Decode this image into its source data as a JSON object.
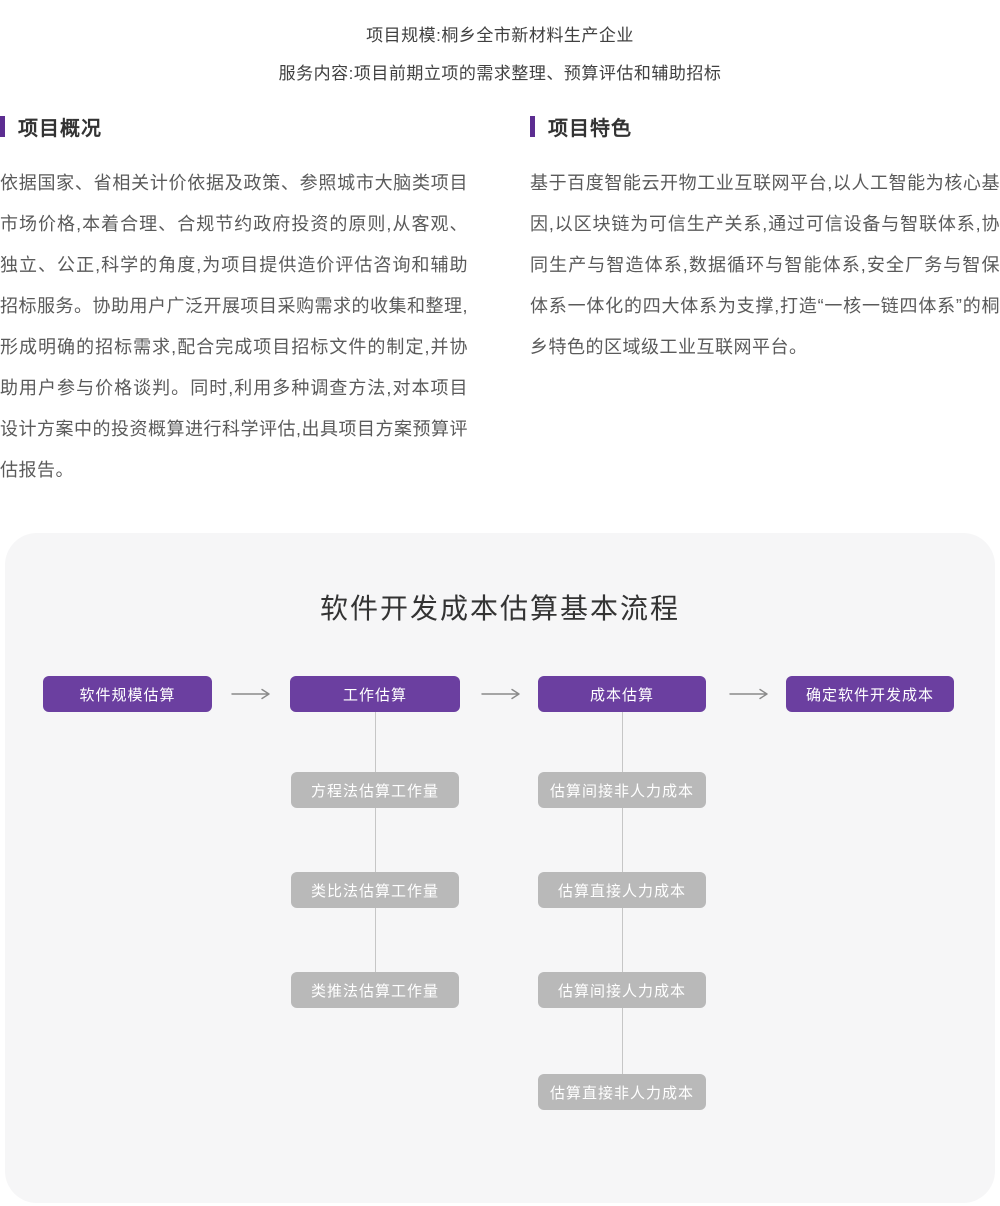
{
  "header": {
    "project_scale": "项目规模:桐乡全市新材料生产企业",
    "service_content": "服务内容:项目前期立项的需求整理、预算评估和辅助招标"
  },
  "overview": {
    "title": "项目概况",
    "body": "依据国家、省相关计价依据及政策、参照城市大脑类项目市场价格,本着合理、合规节约政府投资的原则,从客观、独立、公正,科学的角度,为项目提供造价评估咨询和辅助招标服务。协助用户广泛开展项目采购需求的收集和整理,形成明确的招标需求,配合完成项目招标文件的制定,并协助用户参与价格谈判。同时,利用多种调查方法,对本项目设计方案中的投资概算进行科学评估,出具项目方案预算评估报告。"
  },
  "features": {
    "title": "项目特色",
    "body": "基于百度智能云开物工业互联网平台,以人工智能为核心基因,以区块链为可信生产关系,通过可信设备与智联体系,协同生产与智造体系,数据循环与智能体系,安全厂务与智保体系一体化的四大体系为支撑,打造“一核一链四体系”的桐乡特色的区域级工业互联网平台。"
  },
  "flow": {
    "title": "软件开发成本估算基本流程",
    "main_steps": [
      "软件规模估算",
      "工作估算",
      "成本估算",
      "确定软件开发成本"
    ],
    "work_substeps": [
      "方程法估算工作量",
      "类比法估算工作量",
      "类推法估算工作量"
    ],
    "cost_substeps": [
      "估算间接非人力成本",
      "估算直接人力成本",
      "估算间接人力成本",
      "估算直接非人力成本"
    ]
  },
  "colors": {
    "accent_purple": "#6b3fa0",
    "heading_bar_purple": "#5c2d91",
    "substep_gray": "#b9b9b9",
    "card_bg": "#f6f6f7",
    "connector_gray": "#c6c6c6",
    "arrow_gray": "#8a8a8a"
  }
}
